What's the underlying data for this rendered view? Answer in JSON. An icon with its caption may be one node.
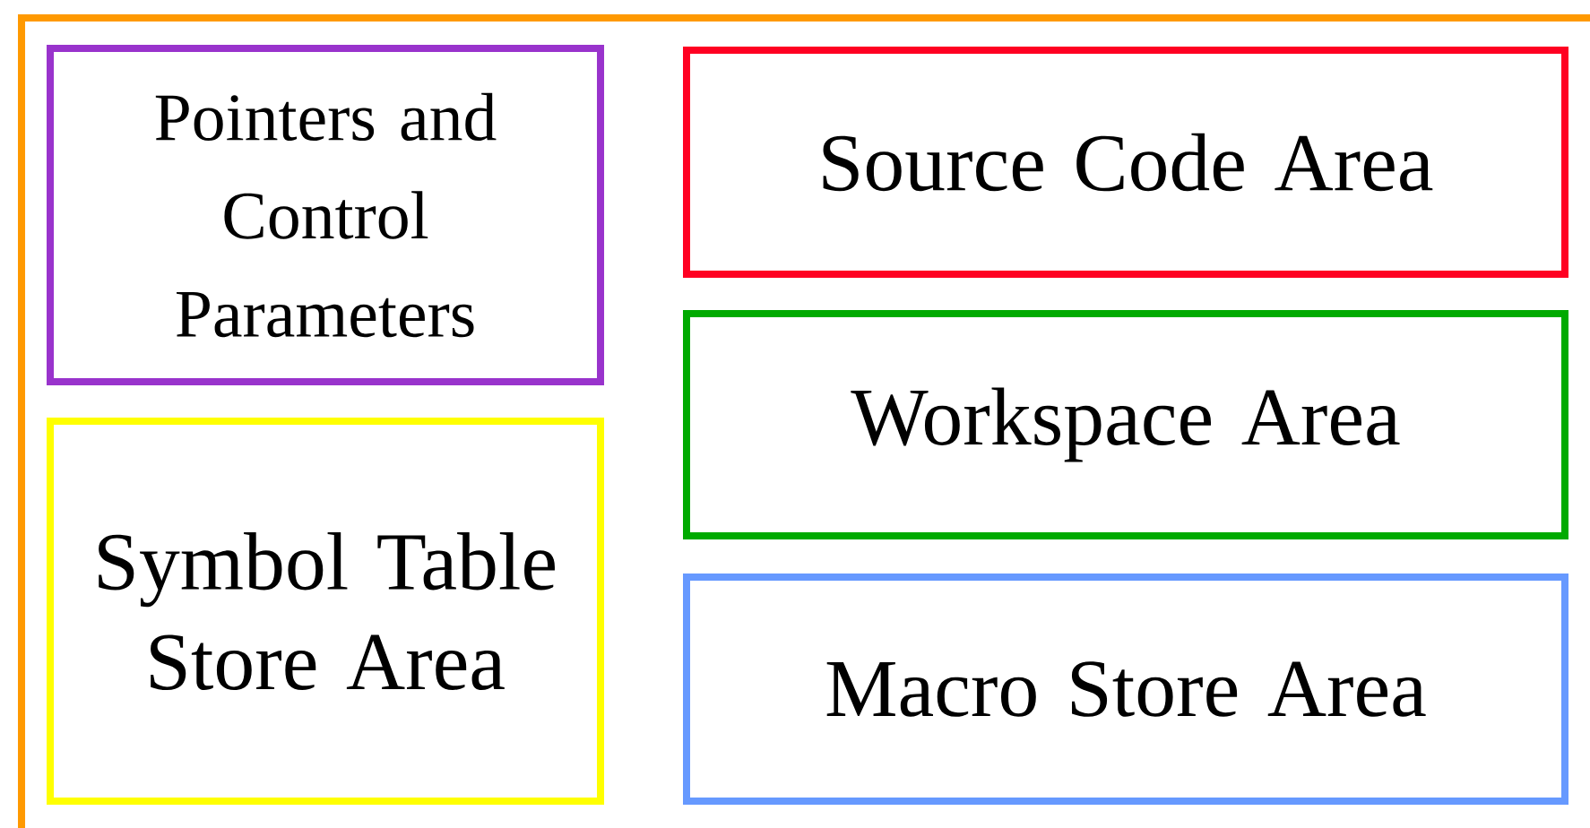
{
  "diagram": {
    "nodes": [
      {
        "text": [
          "Pointers and Control Parameters"
        ]
      },
      {
        "text": [
          "Source Code Area"
        ]
      },
      {
        "text": [
          "Workspace Area"
        ]
      },
      {
        "text": [
          "Symbol Table Store Area"
        ]
      },
      {
        "text": [
          "Macro Store Area"
        ]
      }
    ]
  }
}
